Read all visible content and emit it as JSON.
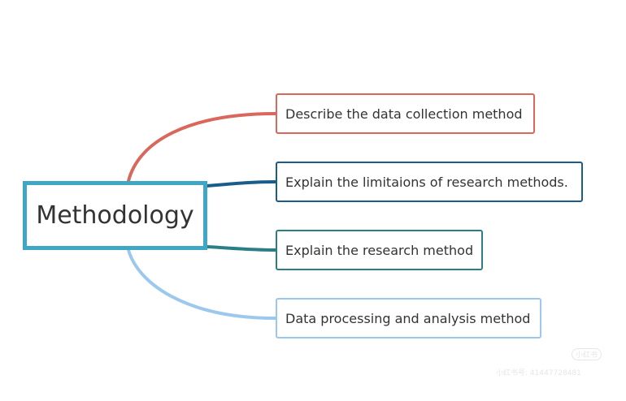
{
  "root": {
    "label": "Methodology",
    "color": "#3fa7c5"
  },
  "branches": [
    {
      "label": "Describe the data collection method",
      "color": "#d9675c"
    },
    {
      "label": "Explain the limitaions of research methods.",
      "color": "#1a5c8a"
    },
    {
      "label": "Explain the research method",
      "color": "#2a7f87"
    },
    {
      "label": "Data processing and analysis method",
      "color": "#9cc8ee"
    }
  ],
  "watermark": {
    "logo": "小红书",
    "id": "小红书号: 41447728481"
  }
}
